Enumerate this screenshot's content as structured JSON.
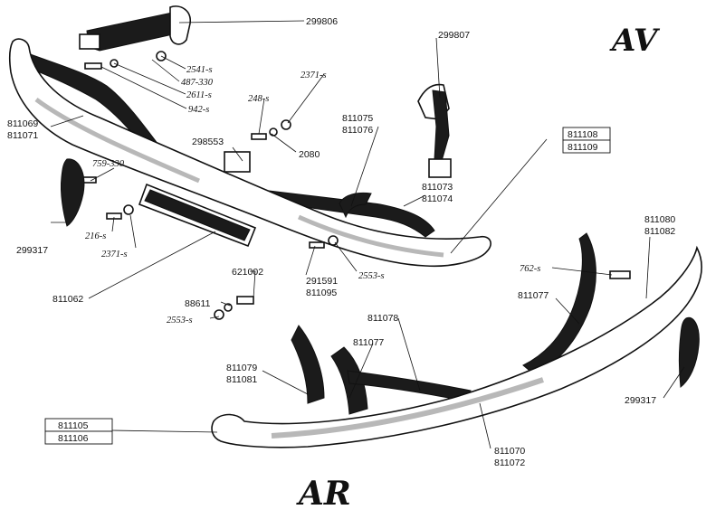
{
  "headings": {
    "front": "AV",
    "rear": "AR"
  },
  "labels": {
    "p299806": "299806",
    "p299807": "299807",
    "p2541": "2541-s",
    "p487": "487-330",
    "p2611": "2611-s",
    "p942": "942-s",
    "p2371a": "2371-s",
    "p248": "248-s",
    "p298553": "298553",
    "p2080": "2080",
    "p811069": "811069",
    "p811071": "811071",
    "p811075": "811075",
    "p811076": "811076",
    "p811108": "811108",
    "p811109": "811109",
    "p759": "759-330",
    "p811073": "811073",
    "p811074": "811074",
    "p216": "216-s",
    "p2371b": "2371-s",
    "p299317a": "299317",
    "p2553a": "2553-s",
    "p291591": "291591",
    "p811095": "811095",
    "p621002": "621002",
    "p88611": "88611",
    "p2553b": "2553-s",
    "p811062": "811062",
    "p811080": "811080",
    "p811082": "811082",
    "p762": "762-s",
    "p811077a": "811077",
    "p811078": "811078",
    "p811077b": "811077",
    "p811079": "811079",
    "p811081": "811081",
    "p299317b": "299317",
    "p811105": "811105",
    "p811106": "811106",
    "p811070": "811070",
    "p811072": "811072"
  }
}
